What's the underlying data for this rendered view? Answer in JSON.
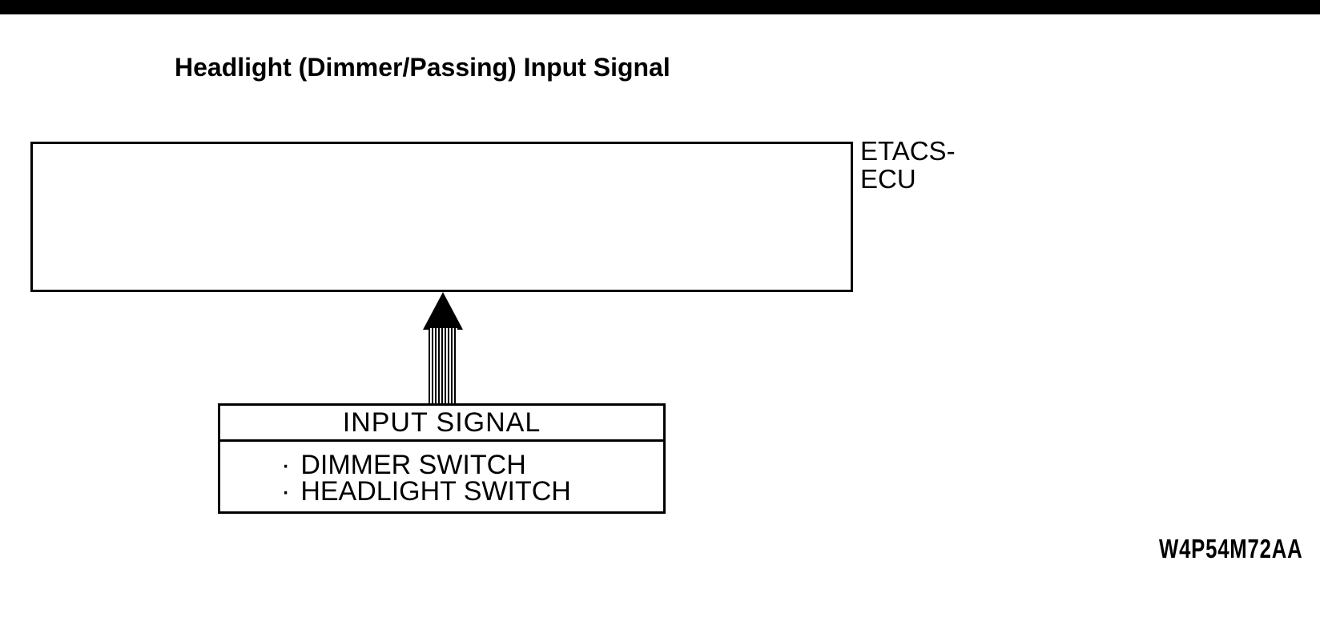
{
  "page": {
    "background_color": "#ffffff",
    "line_color": "#000000",
    "title": "Headlight (Dimmer/Passing) Input Signal",
    "figure_code": "W4P54M72AA"
  },
  "diagram": {
    "ecu_box": {
      "label_lines": [
        "ETACS-",
        "ECU"
      ]
    },
    "arrow": {
      "direction": "up",
      "style": "multi-wire-bundle"
    },
    "input_signal_box": {
      "header": "INPUT SIGNAL",
      "items": [
        {
          "bullet": "·",
          "label": "DIMMER SWITCH"
        },
        {
          "bullet": "·",
          "label": "HEADLIGHT SWITCH"
        }
      ]
    }
  }
}
